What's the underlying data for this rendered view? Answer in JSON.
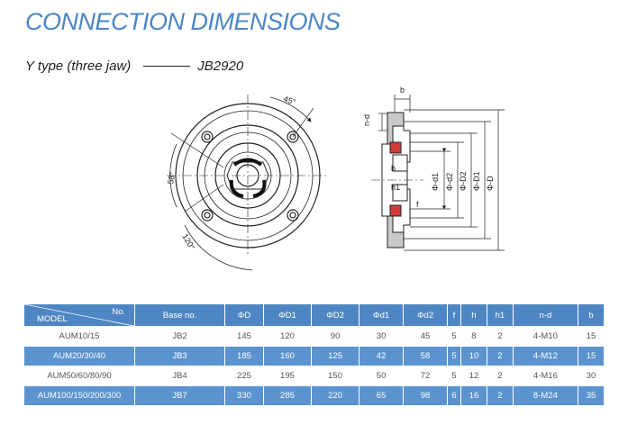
{
  "header": {
    "title": "CONNECTION DIMENSIONS",
    "type_label": "Y type  (three jaw)",
    "standard_code": "JB2920"
  },
  "drawing": {
    "angle_45": "45°",
    "angle_58": "58°",
    "angle_120": "120°",
    "label_b": "b",
    "label_nd": "n-d",
    "label_h": "h",
    "label_h1": "h1",
    "label_f": "f",
    "label_d1": "Φ-d1",
    "label_d2": "Φ-d2",
    "label_D2": "Φ-D2",
    "label_D1": "Φ-D1",
    "label_D": "Φ-D"
  },
  "table": {
    "corner_no": "No.",
    "corner_model": "MODEL",
    "headers": [
      "Base no.",
      "ΦD",
      "ΦD1",
      "ΦD2",
      "Φd1",
      "Φd2",
      "f",
      "h",
      "h1",
      "n-d",
      "b"
    ],
    "rows": [
      [
        "AUM10/15",
        "JB2",
        "145",
        "120",
        "90",
        "30",
        "45",
        "5",
        "8",
        "2",
        "4-M10",
        "15"
      ],
      [
        "AUM20/30/40",
        "JB3",
        "185",
        "160",
        "125",
        "42",
        "58",
        "5",
        "10",
        "2",
        "4-M12",
        "15"
      ],
      [
        "AUM50/60/80/90",
        "JB4",
        "225",
        "195",
        "150",
        "50",
        "72",
        "5",
        "12",
        "2",
        "4-M16",
        "30"
      ],
      [
        "AUM100/150/200/300",
        "JB7",
        "330",
        "285",
        "220",
        "65",
        "98",
        "6",
        "16",
        "2",
        "8-M24",
        "35"
      ]
    ]
  }
}
